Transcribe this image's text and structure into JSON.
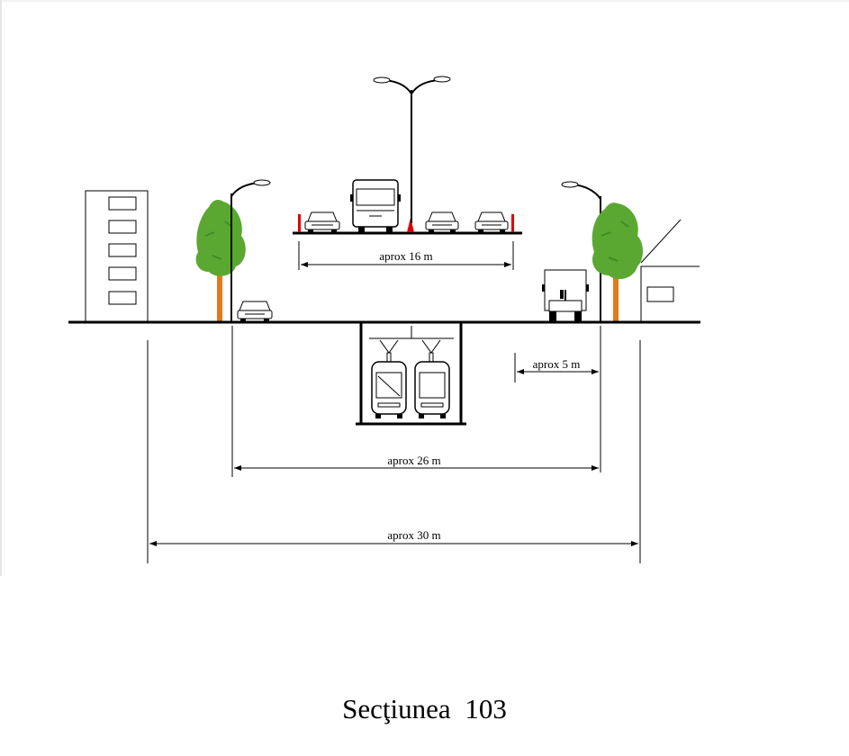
{
  "dimensions": [
    {
      "id": "elevated-road-width",
      "label": "aprox  16 m"
    },
    {
      "id": "sidewalk-width",
      "label": "aprox  5 m"
    },
    {
      "id": "street-width",
      "label": "aprox  26 m"
    },
    {
      "id": "total-width",
      "label": "aprox  30 m"
    }
  ],
  "caption": "Secţiunea  103",
  "colors": {
    "line": "#000000",
    "tree_foliage": "#5aa832",
    "tree_trunk": "#e07a1a",
    "barrier": "#e00000",
    "vehicle_fill": "#ffffff"
  }
}
